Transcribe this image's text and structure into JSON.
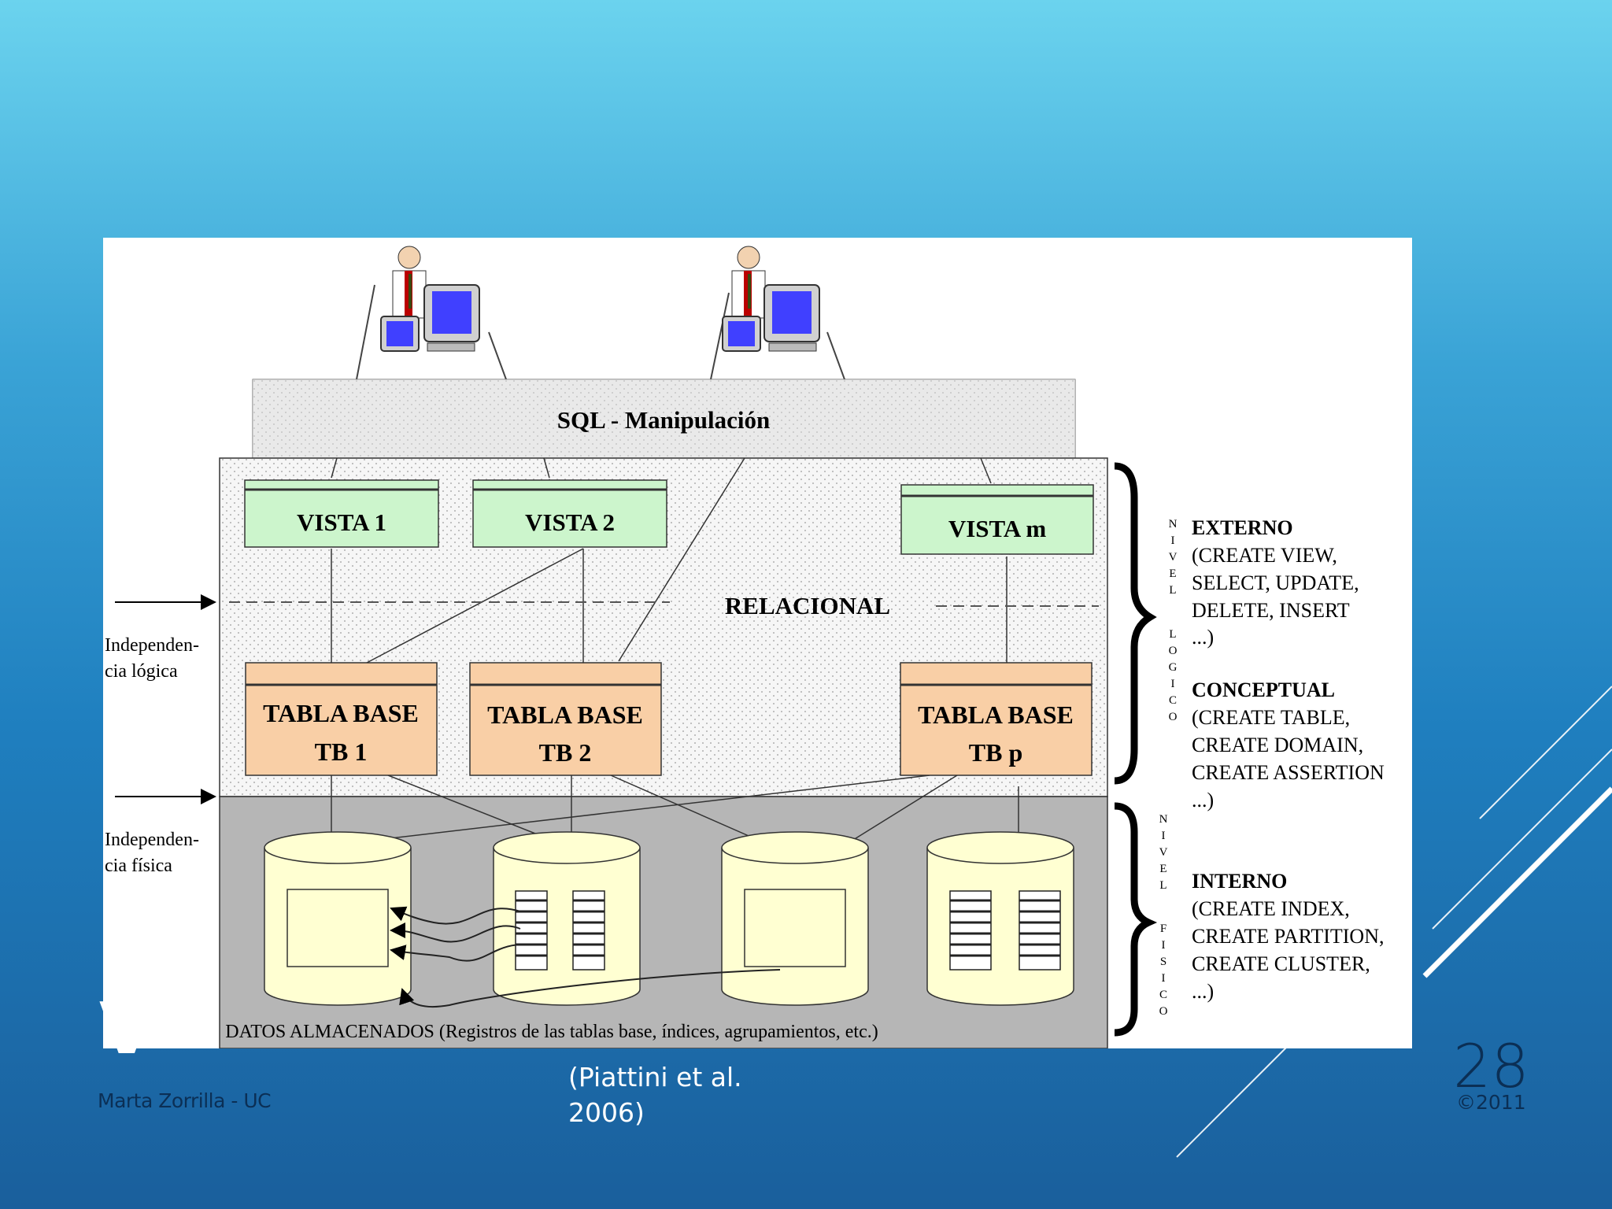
{
  "diagram": {
    "sql_box": "SQL - Manipulación",
    "views": [
      "VISTA 1",
      "VISTA 2",
      "VISTA m"
    ],
    "relational": "RELACIONAL",
    "tables": [
      {
        "line1": "TABLA BASE",
        "line2": "TB 1"
      },
      {
        "line1": "TABLA BASE",
        "line2": "TB 2"
      },
      {
        "line1": "TABLA BASE",
        "line2": "TB p"
      }
    ],
    "indep_logica": [
      "Independen-",
      "cia lógica"
    ],
    "indep_fisica": [
      "Independen-",
      "cia física"
    ],
    "datos": "DATOS ALMACENADOS (Registros de las tablas base, índices, agrupamientos, etc.)",
    "nivel_logico_letters": [
      "N",
      "I",
      "V",
      "E",
      "L",
      "",
      "L",
      "O",
      "G",
      "I",
      "C",
      "O"
    ],
    "nivel_fisico_letters": [
      "N",
      "I",
      "V",
      "E",
      "L",
      "",
      "F",
      "I",
      "S",
      "I",
      "C",
      "O"
    ],
    "externo": {
      "title": "EXTERNO",
      "lines": [
        "(CREATE VIEW,",
        "SELECT, UPDATE,",
        "DELETE, INSERT",
        "...)"
      ]
    },
    "conceptual": {
      "title": "CONCEPTUAL",
      "lines": [
        "(CREATE TABLE,",
        "CREATE DOMAIN,",
        "CREATE ASSERTION",
        "...)"
      ]
    },
    "interno": {
      "title": "INTERNO",
      "lines": [
        "(CREATE INDEX,",
        "CREATE PARTITION,",
        "CREATE CLUSTER,",
        "...)"
      ]
    }
  },
  "footer": {
    "author": "Marta Zorrilla - UC",
    "citation": "(Piattini et al. 2006)",
    "page_number": "28",
    "copyright": "©2011"
  },
  "colors": {
    "view_fill": "#ccf5cc",
    "table_fill": "#f9cfa6",
    "cylinder_fill": "#ffffd2",
    "physical_band": "#b6b6b6",
    "sql_band": "#dcdcdc"
  }
}
